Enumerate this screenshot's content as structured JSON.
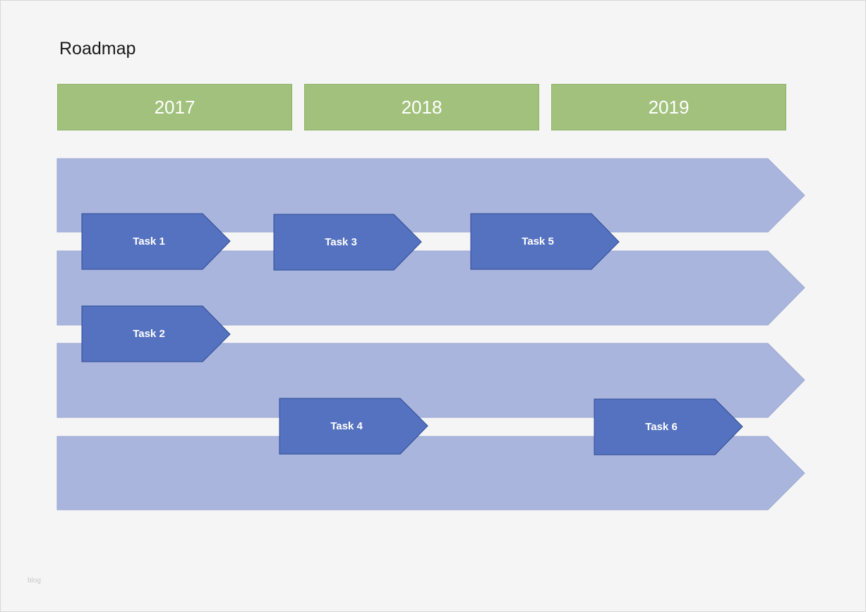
{
  "title": "Roadmap",
  "years": [
    "2017",
    "2018",
    "2019"
  ],
  "colors": {
    "year_fill": "#a2c17d",
    "lane_fill": "#a9b5dc",
    "task_fill": "#5572c0",
    "task_stroke": "#2e4a93"
  },
  "lanes": 4,
  "tasks": [
    {
      "label": "Task 1"
    },
    {
      "label": "Task 2"
    },
    {
      "label": "Task 3"
    },
    {
      "label": "Task 4"
    },
    {
      "label": "Task 5"
    },
    {
      "label": "Task 6"
    }
  ],
  "watermark": "blog"
}
